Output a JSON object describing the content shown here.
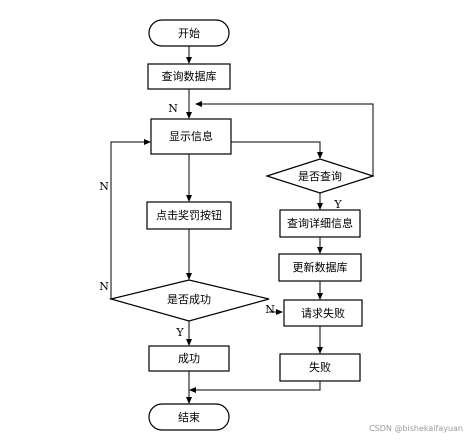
{
  "diagram": {
    "nodes": {
      "start": "开始",
      "query_db": "查询数据库",
      "display_info": "显示信息",
      "click_button": "点击奖罚按钮",
      "is_success": "是否成功",
      "success": "成功",
      "end": "结束",
      "is_query": "是否查询",
      "query_detail": "查询详细信息",
      "update_db": "更新数据库",
      "request_fail": "请求失败",
      "fail": "失败"
    },
    "edge_labels": {
      "n_to_display": "N",
      "n_left_loop": "N",
      "n_success_fail": "N",
      "y_success": "Y",
      "y_query": "Y",
      "n_request": "N"
    }
  },
  "watermark": "CSDN @bishekaifayuan"
}
